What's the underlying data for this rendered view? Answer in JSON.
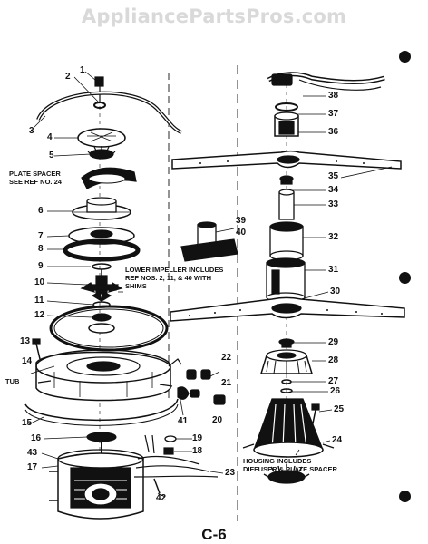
{
  "watermark": "AppliancePartsPros.com",
  "page_label": "C-6",
  "notes": {
    "plate_spacer_1": "PLATE SPACER",
    "plate_spacer_2": "SEE REF NO. 24",
    "impeller_1": "LOWER IMPELLER INCLUDES",
    "impeller_2": "REF NOS. 2, 11, & 40 WITH",
    "impeller_3": "SHIMS",
    "tub": "TUB",
    "housing_1": "HOUSING INCLUDES",
    "housing_2": "DIFFUSER & PLATE SPACER"
  },
  "callouts": {
    "c1": "1",
    "c2": "2",
    "c3": "3",
    "c4": "4",
    "c5": "5",
    "c6": "6",
    "c7": "7",
    "c8": "8",
    "c9": "9",
    "c10": "10",
    "c11": "11",
    "c12": "12",
    "c13": "13",
    "c14": "14",
    "c15": "15",
    "c16": "16",
    "c17": "17",
    "c18": "18",
    "c19": "19",
    "c20": "20",
    "c21": "21",
    "c22": "22",
    "c23": "23",
    "c24": "24",
    "c25": "25",
    "c26": "26",
    "c27": "27",
    "c28": "28",
    "c29": "29",
    "c30": "30",
    "c31": "31",
    "c32": "32",
    "c33": "33",
    "c34": "34",
    "c35": "35",
    "c36": "36",
    "c37": "37",
    "c38": "38",
    "c39": "39",
    "c40": "40",
    "c41": "41",
    "c42": "42",
    "c43": "43"
  },
  "colors": {
    "ink": "#111111",
    "watermark": "#d9d9d9",
    "paper": "#ffffff"
  }
}
